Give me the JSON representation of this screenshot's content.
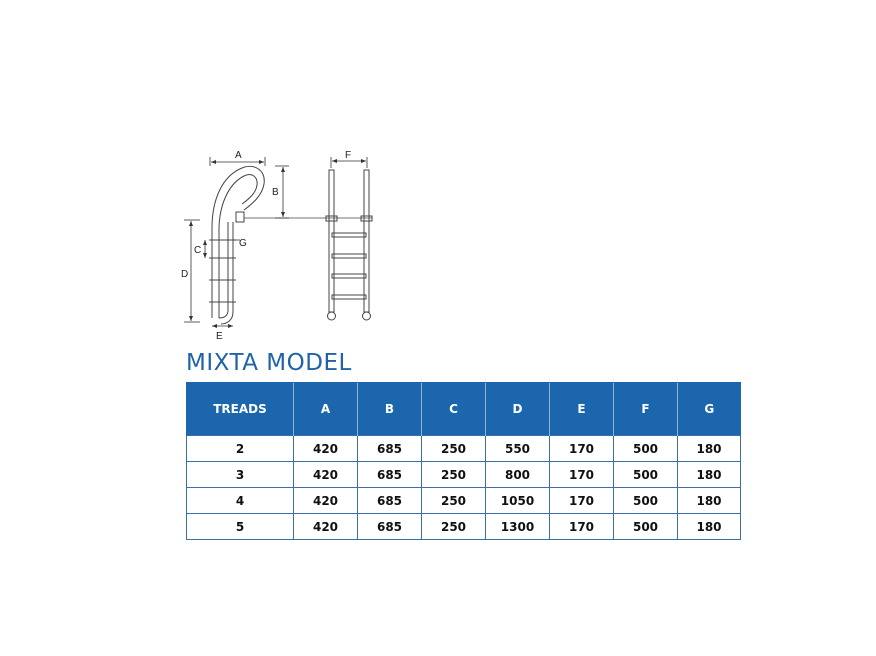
{
  "diagram": {
    "dimension_labels": {
      "a": "A",
      "b": "B",
      "c": "C",
      "d": "D",
      "e": "E",
      "f": "F",
      "g": "G"
    }
  },
  "model": {
    "title": "MIXTA  MODEL"
  },
  "table": {
    "columns": [
      "TREADS",
      "A",
      "B",
      "C",
      "D",
      "E",
      "F",
      "G"
    ],
    "rows": [
      [
        "2",
        "420",
        "685",
        "250",
        "550",
        "170",
        "500",
        "180"
      ],
      [
        "3",
        "420",
        "685",
        "250",
        "800",
        "170",
        "500",
        "180"
      ],
      [
        "4",
        "420",
        "685",
        "250",
        "1050",
        "170",
        "500",
        "180"
      ],
      [
        "5",
        "420",
        "685",
        "250",
        "1300",
        "170",
        "500",
        "180"
      ]
    ]
  },
  "colors": {
    "header_bg": "#1b66ad",
    "title": "#1f63a8",
    "border": "#3a6fa8"
  }
}
